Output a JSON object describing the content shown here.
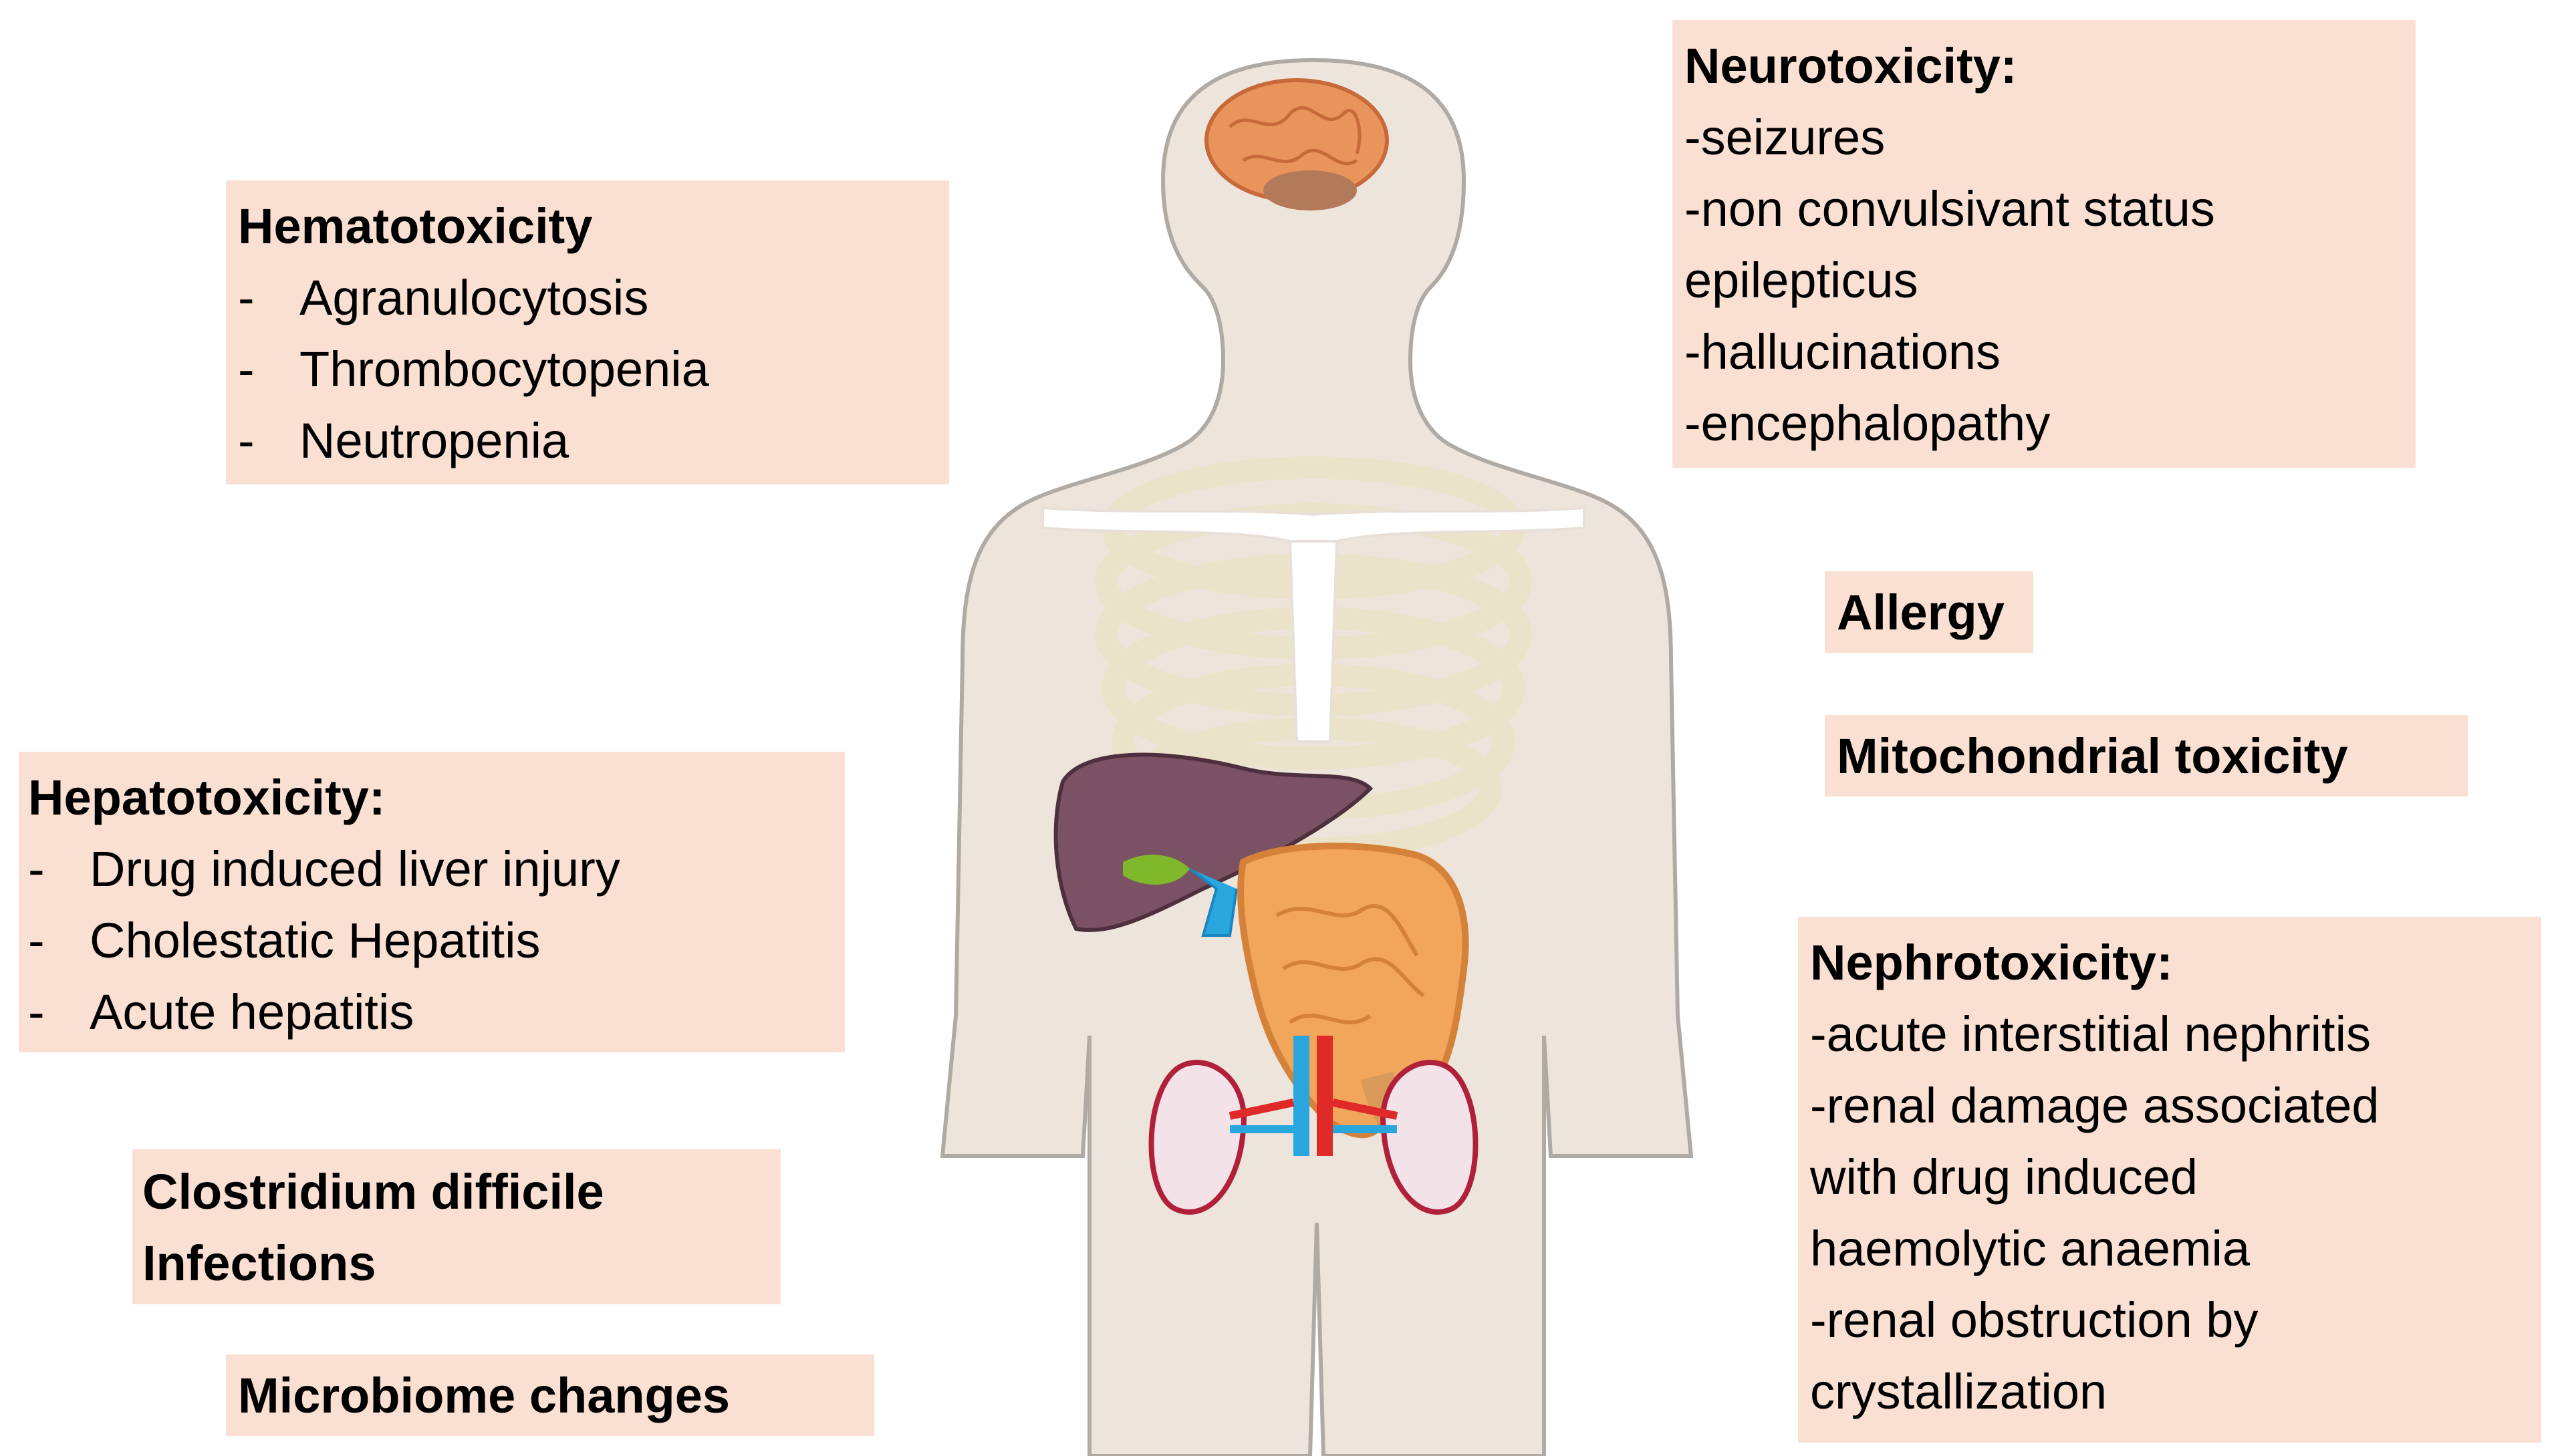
{
  "hematotoxicity": {
    "title": "Hematotoxicity",
    "items": [
      "Agranulocytosis",
      "Thrombocytopenia",
      "Neutropenia"
    ]
  },
  "neurotoxicity": {
    "title": "Neurotoxicity:",
    "lines": [
      "-seizures",
      "-non convulsivant status",
      "epilepticus",
      "-hallucinations",
      "-encephalopathy"
    ]
  },
  "allergy": {
    "title": "Allergy"
  },
  "mitochondrial": {
    "title": "Mitochondrial toxicity"
  },
  "hepatotoxicity": {
    "title": "Hepatotoxicity:",
    "items": [
      "Drug induced liver injury",
      "Cholestatic Hepatitis",
      "Acute hepatitis"
    ]
  },
  "nephrotoxicity": {
    "title": "Nephrotoxicity:",
    "lines": [
      "-acute interstitial nephritis",
      "-renal damage associated",
      "with drug induced",
      "haemolytic anaemia",
      "-renal obstruction by",
      "crystallization"
    ]
  },
  "clostridium": {
    "lines": [
      "Clostridium difficile",
      "Infections"
    ]
  },
  "microbiome": {
    "title": "Microbiome changes"
  },
  "dash": "-",
  "colors": {
    "box_fill": "#f9e0d2",
    "body_fill": "#ede4dc",
    "body_outline": "#b0aaa5"
  },
  "icons": [
    "body-silhouette",
    "brain-icon",
    "ribcage-icon",
    "liver-icon",
    "intestine-icon",
    "kidneys-icon"
  ]
}
